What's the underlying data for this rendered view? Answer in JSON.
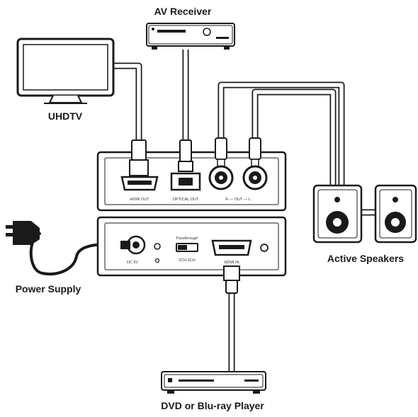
{
  "labels": {
    "av_receiver": "AV Receiver",
    "uhdtv": "UHDTV",
    "active_speakers": "Active Speakers",
    "power_supply": "Power Supply",
    "player": "DVD or Blu-ray Player"
  },
  "ports": {
    "hdmi_out": "HDMI OUT",
    "optical_out": "OPTICAL OUT",
    "audio_out": "R — OUT — L",
    "dc_in": "DC 5V",
    "hdmi_in": "HDMI IN",
    "switch": "Passthrough",
    "switch_pos": "2CH   5CH"
  }
}
